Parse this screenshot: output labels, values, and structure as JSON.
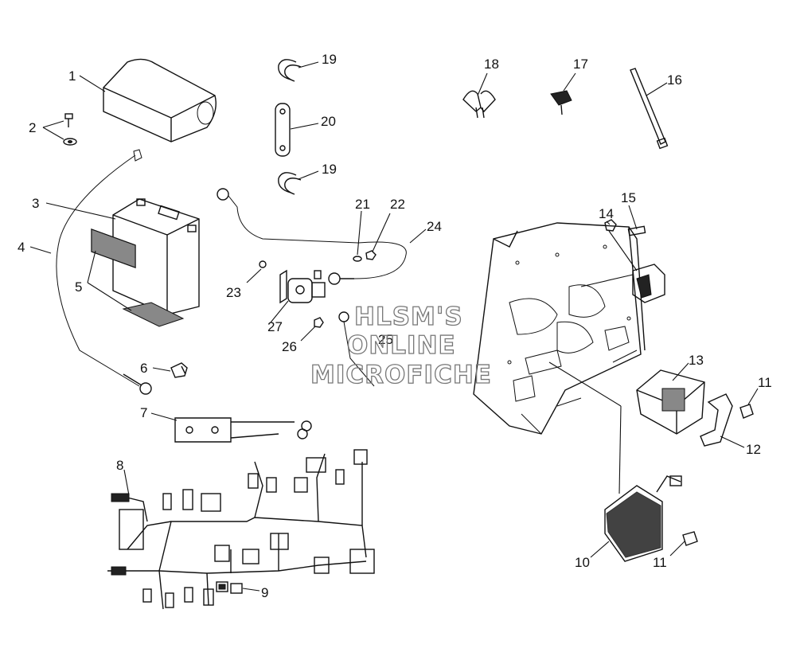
{
  "diagram": {
    "callouts": [
      "1",
      "2",
      "3",
      "4",
      "5",
      "6",
      "7",
      "8",
      "9",
      "10",
      "11",
      "12",
      "13",
      "14",
      "15",
      "16",
      "17",
      "18",
      "19",
      "20",
      "21",
      "22",
      "23",
      "24",
      "25",
      "26",
      "27"
    ],
    "callout_11_second": "11",
    "callout_19_second": "19"
  },
  "watermark": {
    "line1": "HLSM'S",
    "line2": "ONLINE",
    "line3": "MICROFICHE"
  }
}
